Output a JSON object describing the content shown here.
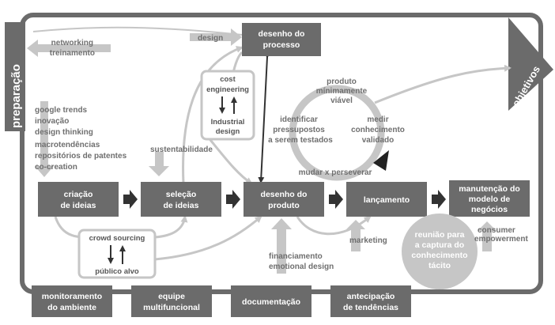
{
  "side_label": "preparação",
  "objectives_label": "objetivos",
  "networking": [
    "networking",
    "treinamento"
  ],
  "trends_list": [
    "google trends",
    "inovação",
    "design thinking",
    "macrotendências",
    "repositórios de patentes",
    "co-creation"
  ],
  "design_label": "design",
  "process_box": [
    "desenho do",
    "processo"
  ],
  "engineering_box": {
    "top": [
      "cost",
      "engineering"
    ],
    "bottom": [
      "Industrial",
      "design"
    ]
  },
  "sustainability_label": "sustentabilidade",
  "mvp_label": [
    "produto",
    "mínimamente",
    "viável"
  ],
  "identify_label": [
    "identificar",
    "pressupostos",
    "a serem testados"
  ],
  "measure_label": [
    "medir",
    "conhecimento",
    "validado"
  ],
  "pivot_label": "mudar x perseverar",
  "main_flow": {
    "ideas": [
      "criação",
      "de ideias"
    ],
    "selection": [
      "seleção",
      "de ideias"
    ],
    "product": [
      "desenho do",
      "produto"
    ],
    "launch": "lançamento",
    "maintenance": [
      "manutenção do",
      "modelo de",
      "negócios"
    ]
  },
  "crowd_box": {
    "top": "crowd sourcing",
    "bottom": "público alvo"
  },
  "marketing_label": "marketing",
  "finance_label": [
    "financiamento",
    "emotional design"
  ],
  "meeting_circle": [
    "reunião para",
    "a captura do",
    "conhecimento",
    "tácito"
  ],
  "consumer_label": [
    "consumer",
    "empowerment"
  ],
  "bottom_boxes": [
    [
      "monitoramento",
      "do ambiente"
    ],
    [
      "equipe",
      "multifuncional"
    ],
    [
      "documentação"
    ],
    [
      "antecipação",
      "de tendências"
    ]
  ]
}
